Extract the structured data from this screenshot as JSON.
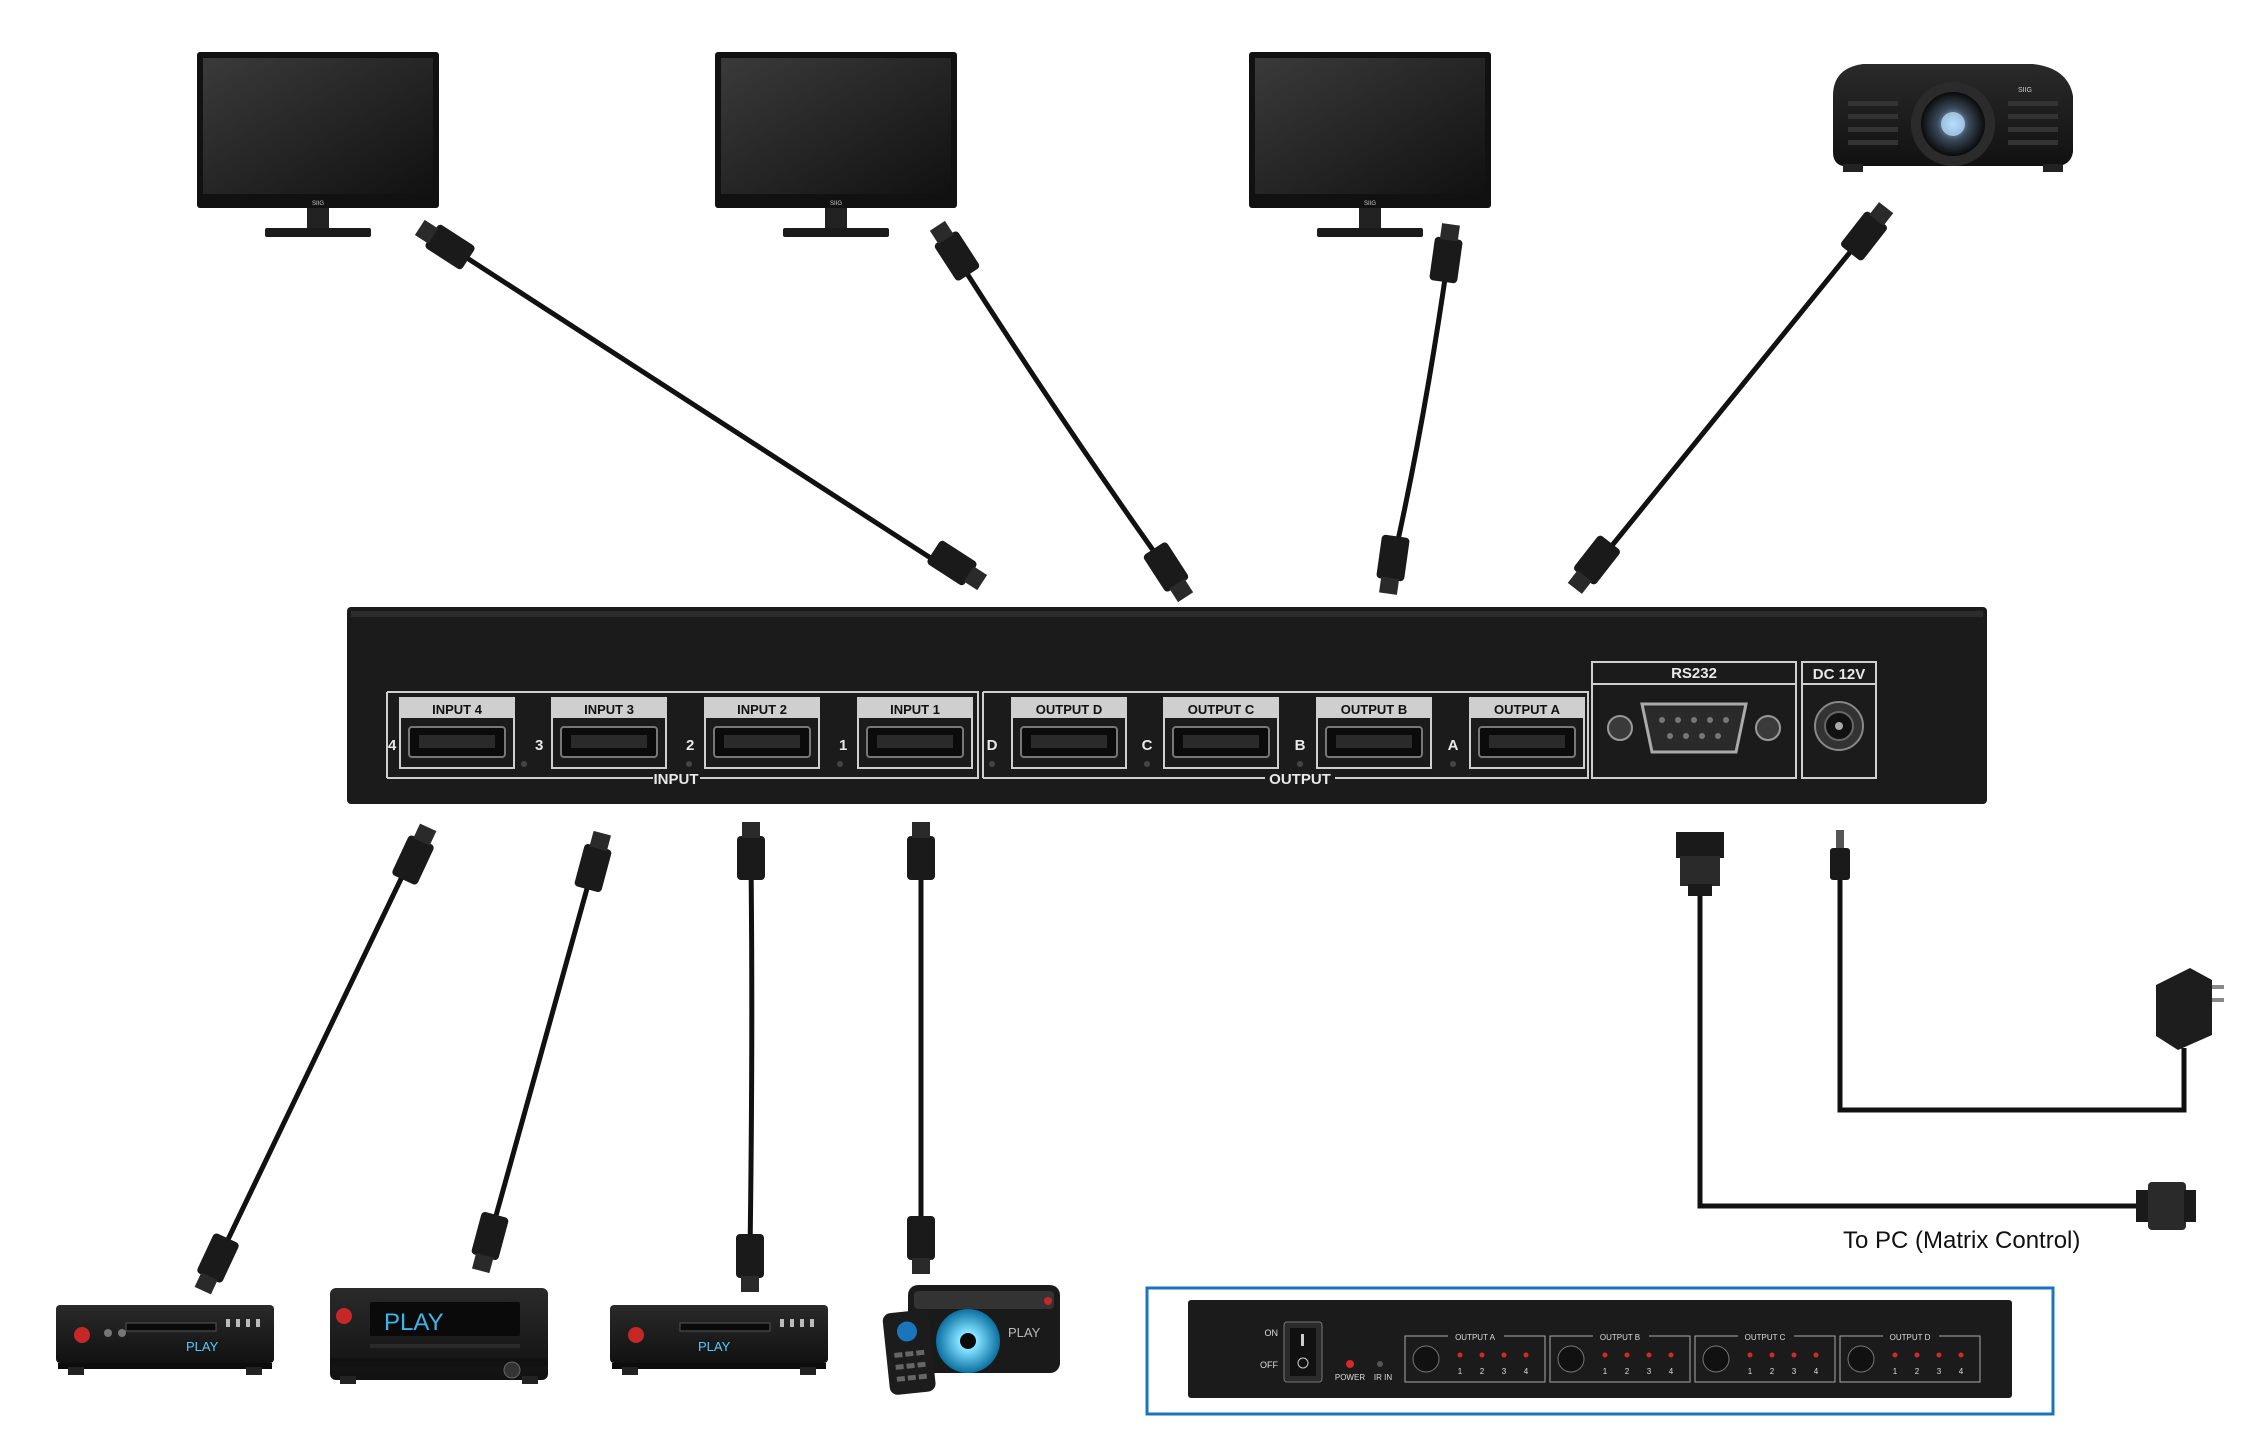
{
  "switcher": {
    "input_ports": [
      "INPUT 4",
      "INPUT 3",
      "INPUT 2",
      "INPUT 1"
    ],
    "input_numbers": [
      "4",
      "3",
      "2",
      "1"
    ],
    "input_group_label": "INPUT",
    "output_ports": [
      "OUTPUT D",
      "OUTPUT C",
      "OUTPUT B",
      "OUTPUT A"
    ],
    "output_letters": [
      "D",
      "C",
      "B",
      "A"
    ],
    "output_group_label": "OUTPUT",
    "rs232_label": "RS232",
    "dc_label": "DC 12V"
  },
  "pc_label": "To PC (Matrix Control)",
  "front_panel": {
    "on_label": "ON",
    "off_label": "OFF",
    "power_label": "POWER",
    "ir_label": "IR IN",
    "groups": [
      "OUTPUT A",
      "OUTPUT B",
      "OUTPUT C",
      "OUTPUT D"
    ],
    "led_numbers": [
      "1",
      "2",
      "3",
      "4"
    ]
  },
  "screen_brand": "SIIG",
  "play_label": "PLAY",
  "colors": {
    "frame_blue": "#1a75bc",
    "device_black": "#1b1b1b",
    "led_red": "#d62828"
  },
  "icons": [
    "monitor-icon",
    "projector-icon",
    "media-player-icon",
    "remote-icon",
    "power-adapter-icon",
    "db9-connector-icon",
    "hdmi-connector-icon"
  ]
}
